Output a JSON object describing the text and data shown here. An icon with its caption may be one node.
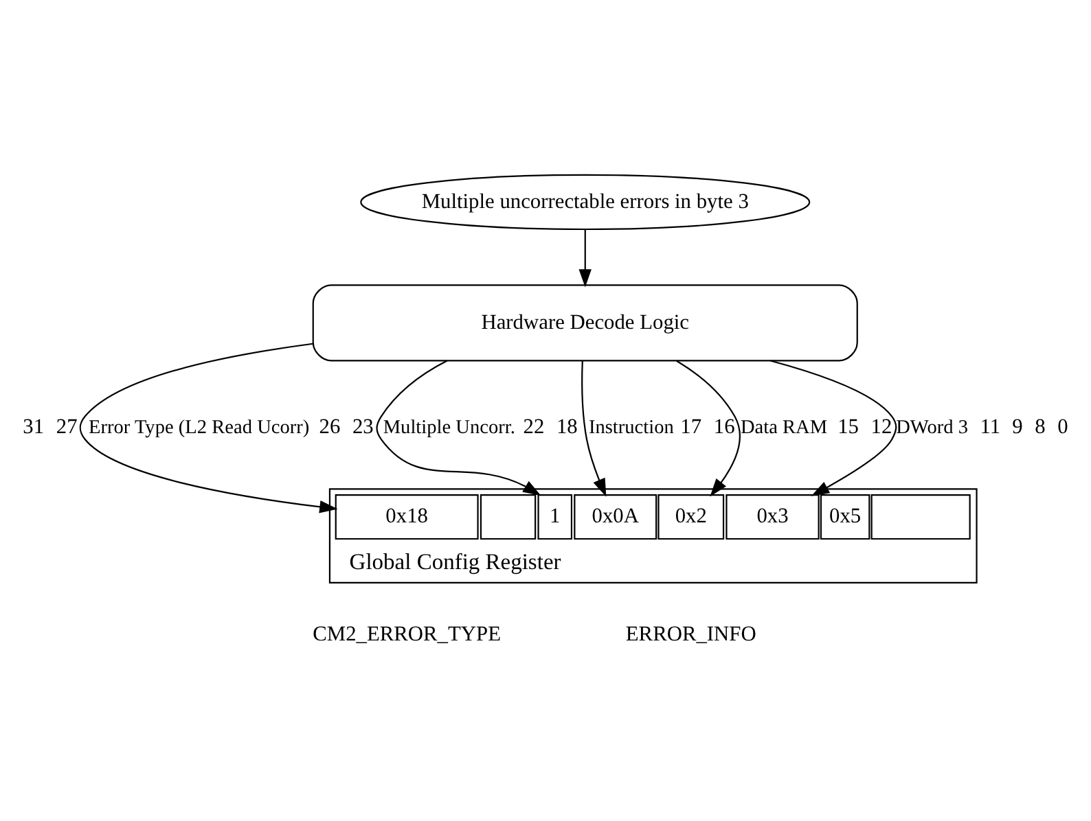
{
  "diagram": {
    "nodes": [
      {
        "text": [
          "Multiple uncorrectable errors in byte 3"
        ]
      },
      {
        "text": [
          "Hardware Decode Logic"
        ]
      },
      {
        "text": [
          "Global Config Register"
        ]
      },
      {
        "text": [
          "0x18"
        ],
        "in": 2
      },
      {
        "text": [],
        "shape": "box",
        "in": 2
      },
      {
        "text": [
          "1"
        ],
        "in": 2
      },
      {
        "text": [
          "0x0A"
        ],
        "in": 2
      },
      {
        "text": [
          "0x2"
        ],
        "in": 2
      },
      {
        "text": [
          "0x3"
        ],
        "in": 2
      },
      {
        "text": [
          "0x5"
        ],
        "in": 2
      },
      {
        "text": [],
        "shape": "box",
        "in": 2
      }
    ],
    "edges": [
      {
        "from": 0,
        "to": 1,
        "arrow": "to"
      },
      {
        "from": 1,
        "to": 3,
        "arrow": "to",
        "label": "Error Type (L2 Read Ucorr)"
      },
      {
        "from": 1,
        "to": 5,
        "arrow": "to",
        "label": "Multiple Uncorr."
      },
      {
        "from": 1,
        "to": 6,
        "arrow": "to",
        "label": "Instruction"
      },
      {
        "from": 1,
        "to": 7,
        "arrow": "to",
        "label": "Data RAM"
      },
      {
        "from": 1,
        "to": 8,
        "arrow": "to",
        "label": "DWord 3"
      }
    ],
    "labels": [
      "31",
      "27",
      "26",
      "23",
      "22",
      "18",
      "17",
      "16",
      "15",
      "12",
      "11",
      "9",
      "8",
      "0",
      "CM2_ERROR_TYPE",
      "ERROR_INFO"
    ]
  }
}
